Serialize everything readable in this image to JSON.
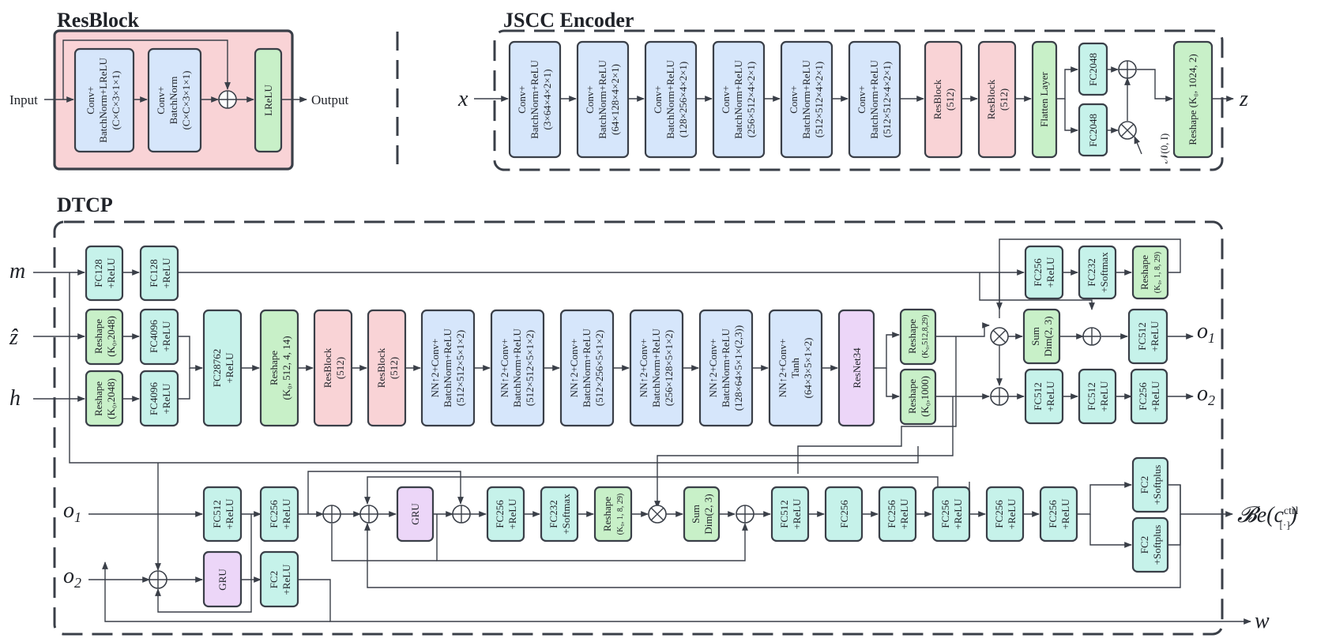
{
  "resblock": {
    "title": "ResBlock",
    "input": "Input",
    "output": "Output",
    "conv1": [
      "Conv+",
      "BatchNorm+LReLU",
      "(C×C×3×1×1)"
    ],
    "conv2": [
      "Conv+",
      "BatchNorm",
      "(C×C×3×1×1)"
    ],
    "lrelu": "LReLU"
  },
  "encoder": {
    "title": "JSCC Encoder",
    "input_var": "x",
    "output_var": "z",
    "convs": [
      [
        "Conv+",
        "BatchNorm+ReLU",
        "(3×64×4×2×1)"
      ],
      [
        "Conv+",
        "BatchNorm+ReLU",
        "(64×128×4×2×1)"
      ],
      [
        "Conv+",
        "BatchNorm+ReLU",
        "(128×256×4×2×1)"
      ],
      [
        "Conv+",
        "BatchNorm+ReLU",
        "(256×512×4×2×1)"
      ],
      [
        "Conv+",
        "BatchNorm+ReLU",
        "(512×512×4×2×1)"
      ],
      [
        "Conv+",
        "BatchNorm+ReLU",
        "(512×512×4×2×1)"
      ]
    ],
    "resblock1": [
      "ResBlock",
      "(512)"
    ],
    "resblock2": [
      "ResBlock",
      "(512)"
    ],
    "flatten": "Flatten Layer",
    "fc_top": "FC2048",
    "fc_bottom": "FC2048",
    "noise": "𝒩(0, I)",
    "reshape": "Reshape (K₀, 1024, 2)"
  },
  "dtcp": {
    "title": "DTCP",
    "inputs": {
      "m": "m",
      "z_hat": "ẑ",
      "h": "h",
      "o1": "o",
      "o1_sub": "1",
      "o2": "o",
      "o2_sub": "2"
    },
    "outputs": {
      "o1": "o",
      "o1_sub": "1",
      "o2": "o",
      "o2_sub": "2",
      "be": "𝓑e(c",
      "be_sup": "ctrl",
      "be_sub": "[·]",
      "be_close": ")",
      "w": "w"
    },
    "m_fc1": [
      "FC128",
      "+ReLU"
    ],
    "m_fc2": [
      "FC128",
      "+ReLU"
    ],
    "z_reshape": [
      "Reshape",
      "(K₀,2048)"
    ],
    "z_fc": [
      "FC4096",
      "+ReLU"
    ],
    "h_reshape": [
      "Reshape",
      "(K₀,2048)"
    ],
    "h_fc": [
      "FC4096",
      "+ReLU"
    ],
    "fc_big": [
      "FC28762",
      "+ReLU"
    ],
    "reshape_main": [
      "Reshape",
      "(K₀, 512, 4, 14)"
    ],
    "resblock1": [
      "ResBlock",
      "(512)"
    ],
    "resblock2": [
      "ResBlock",
      "(512)"
    ],
    "nn_blocks": [
      [
        "NN↑2+Conv+",
        "BatchNorm+ReLU",
        "(512×512×5×1×2)"
      ],
      [
        "NN↑2+Conv+",
        "BatchNorm+ReLU",
        "(512×512×5×1×2)"
      ],
      [
        "NN↑2+Conv+",
        "BatchNorm+ReLU",
        "(512×256×5×1×2)"
      ],
      [
        "NN↑2+Conv+",
        "BatchNorm+ReLU",
        "(256×128×5×1×2)"
      ],
      [
        "NN↑2+Conv+",
        "BatchNorm+ReLU",
        "(128×64×5×1×(2,3))"
      ],
      [
        "NN↑2+Conv+",
        "Tanh",
        "(64×3×5×1×2)"
      ]
    ],
    "resnet": "ResNet34",
    "reshape_a": [
      "Reshape",
      "(K₀,512,8,29)"
    ],
    "reshape_b": [
      "Reshape",
      "(K₀,1000)"
    ],
    "top_fc1": [
      "FC256",
      "+ReLU"
    ],
    "top_fc2": [
      "FC232",
      "+Softmax"
    ],
    "top_reshape": [
      "Reshape",
      "(K₀, 1, 8, 29)"
    ],
    "sum_top": [
      "Sum",
      "Dim(2, 3)"
    ],
    "fc512_o1": [
      "FC512",
      "+ReLU"
    ],
    "o2_fc1": [
      "FC512",
      "+ReLU"
    ],
    "o2_fc2": [
      "FC512",
      "+ReLU"
    ],
    "o2_fc3": [
      "FC256",
      "+ReLU"
    ],
    "lower_fc512": [
      "FC512",
      "+ReLU"
    ],
    "lower_fc256": [
      "FC256",
      "+ReLU"
    ],
    "gru_small": "GRU",
    "fc2_relu": [
      "FC2",
      "+ReLU"
    ],
    "gru_main": "GRU",
    "mid_fc256": [
      "FC256",
      "+ReLU"
    ],
    "mid_fc232": [
      "FC232",
      "+Softmax"
    ],
    "mid_reshape": [
      "Reshape",
      "(K₀, 1, 8, 29)"
    ],
    "mid_sum": [
      "Sum",
      "Dim(2, 3)"
    ],
    "chain_fc512": [
      "FC512",
      "+ReLU"
    ],
    "chain_fc256": [
      "FC256"
    ],
    "chain_fc256b": [
      "FC256",
      "+ReLU"
    ],
    "chain_fc256c": [
      "FC256",
      "+ReLU"
    ],
    "chain_fc256d": [
      "FC256",
      "+ReLU"
    ],
    "chain_fc256e": [
      "FC256",
      "+ReLU"
    ],
    "softplus1": [
      "FC2",
      "+Softplus"
    ],
    "softplus2": [
      "FC2",
      "+Softplus"
    ]
  },
  "colors": {
    "conv": "#d6e6fb",
    "resblock": "#f9d3d6",
    "reshape": "#c8f0c8",
    "fc": "#c6f2ea",
    "gru_resnet": "#ecd6f8"
  }
}
